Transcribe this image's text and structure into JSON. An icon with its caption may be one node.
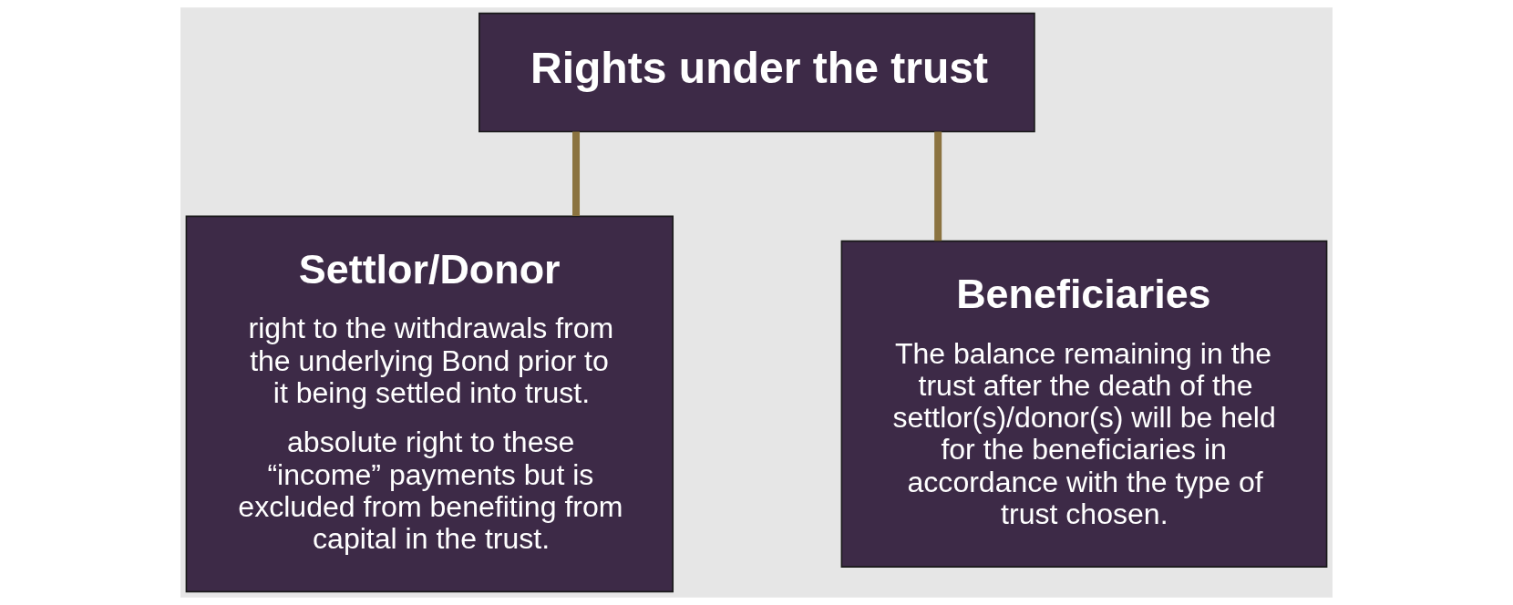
{
  "diagram": {
    "nodes": [
      {
        "text": [
          "Rights under the trust"
        ]
      },
      {
        "text": [
          "Settlor/Donor",
          "right to the withdrawals from the underlying Bond prior to it being settled into trust.",
          "absolute right to these “income” payments but is excluded from benefiting from capital in the trust."
        ]
      },
      {
        "text": [
          "Beneficiaries",
          "The balance remaining in the trust after the death of the settlor(s)/donor(s) will be held for the beneficiaries in accordance with the type of trust chosen."
        ]
      }
    ],
    "edges": [
      {
        "from": 0,
        "to": 1,
        "arrow": "none"
      },
      {
        "from": 0,
        "to": 2,
        "arrow": "none"
      }
    ]
  }
}
